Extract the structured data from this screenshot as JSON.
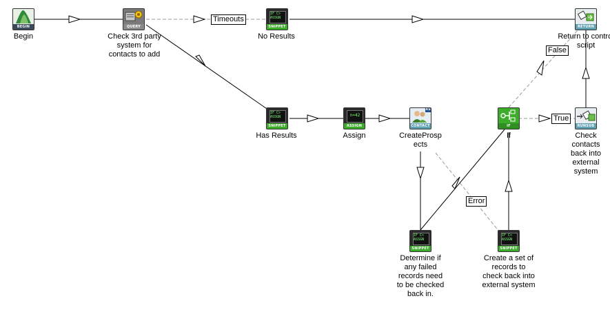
{
  "nodes": {
    "begin": {
      "icon": "begin-icon",
      "badge": "BEGIN",
      "label": "Begin"
    },
    "check3rd": {
      "icon": "query-icon",
      "badge": "QUERY",
      "label": "Check 3rd party system for contacts to add"
    },
    "noResults": {
      "icon": "snippet-icon",
      "badge": "SNIPPET",
      "label": "No Results"
    },
    "returnCtl": {
      "icon": "return-icon",
      "badge": "RETURN",
      "label": "Return to control script"
    },
    "hasResults": {
      "icon": "snippet-icon",
      "badge": "SNIPPET",
      "label": "Has Results"
    },
    "assign": {
      "icon": "assign-icon",
      "badge": "ASSIGN",
      "label": "Assign"
    },
    "createProsp": {
      "icon": "contact-icon",
      "badge": "CONTACT",
      "label": "CreateProsp ects"
    },
    "ifNode": {
      "icon": "if-icon",
      "badge": "IF",
      "label": "If"
    },
    "checkBack": {
      "icon": "runsub-icon",
      "badge": "RUNSUB",
      "label": "Check contacts back into external system"
    },
    "determine": {
      "icon": "snippet-icon",
      "badge": "SNIPPET",
      "label": "Determine if any failed records need to be checked back in."
    },
    "createSet": {
      "icon": "snippet-icon",
      "badge": "SNIPPET",
      "label": "Create a set of records to check back into external system"
    }
  },
  "snippet_text": "IF C>\nASSGN",
  "assign_text": "n=42",
  "contact_badge_text": "XS",
  "tags": {
    "timeouts": "Timeouts",
    "false": "False",
    "true": "True",
    "error": "Error"
  },
  "colors": {
    "band_green": "#3dac2b",
    "band_gray": "#8a8a8a",
    "band_teal": "#5e9fb0",
    "link": "#000000",
    "dashed_link": "#999999"
  }
}
